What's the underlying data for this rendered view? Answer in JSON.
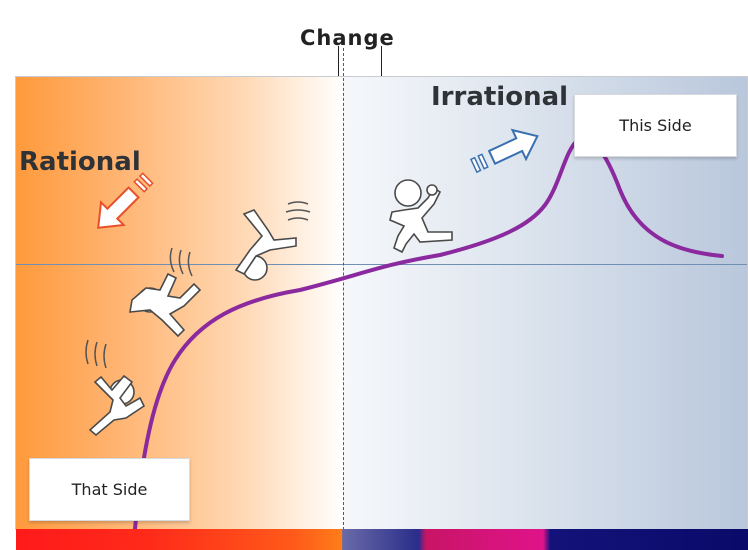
{
  "top_label": "Change",
  "labels": {
    "rational": "Rational",
    "irrational": "Irrational"
  },
  "boxes": {
    "this_side": "This Side",
    "that_side": "That Side"
  },
  "colors": {
    "curve": "#8b2a9e",
    "left_gradient": "#ff9a3c",
    "right_gradient": "#b9c7dc",
    "arrow_outline": "#e8502a",
    "arrow_right_outline": "#3a6fb0"
  },
  "icons": [
    "arrow-down-left-icon",
    "arrow-up-right-icon",
    "falling-person-icon",
    "tumbling-person-icon",
    "cartwheel-person-icon",
    "running-person-icon"
  ]
}
